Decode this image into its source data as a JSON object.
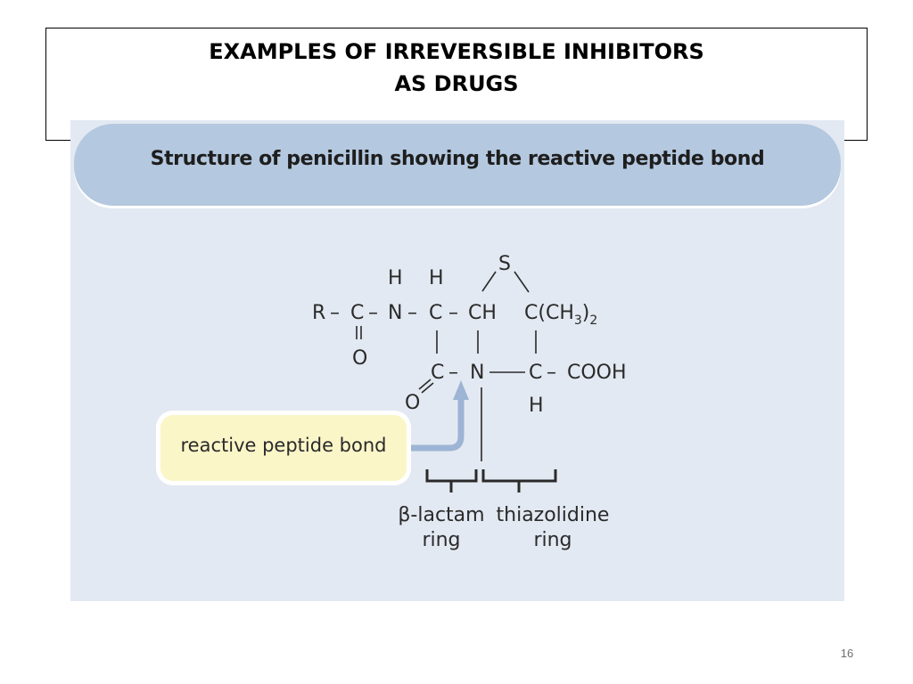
{
  "slide": {
    "title_line1": "EXAMPLES OF IRREVERSIBLE INHIBITORS",
    "title_line2": "AS DRUGS",
    "page_number": "16"
  },
  "figure": {
    "banner_title": "Structure of penicillin showing the reactive peptide bond",
    "callout_label": "reactive peptide bond",
    "beta_lactam_label_line1": "β-lactam",
    "beta_lactam_label_line2": "ring",
    "thiazolidine_label_line1": "thiazolidine",
    "thiazolidine_label_line2": "ring"
  },
  "structure": {
    "atoms": {
      "R": "R",
      "C": "C",
      "N": "N",
      "H": "H",
      "O": "O",
      "S": "S",
      "CH": "CH",
      "CH3": "CH",
      "CH3_sub": "3",
      "group_open": "C(",
      "group_close": ")",
      "group_sub": "2",
      "COOH": "COOH"
    }
  },
  "colors": {
    "panel": "#e3e9f2",
    "banner": "#b4c8df",
    "callout": "#fbf6c8",
    "arrow": "#9db4d4",
    "ink": "#2a2a2a"
  }
}
